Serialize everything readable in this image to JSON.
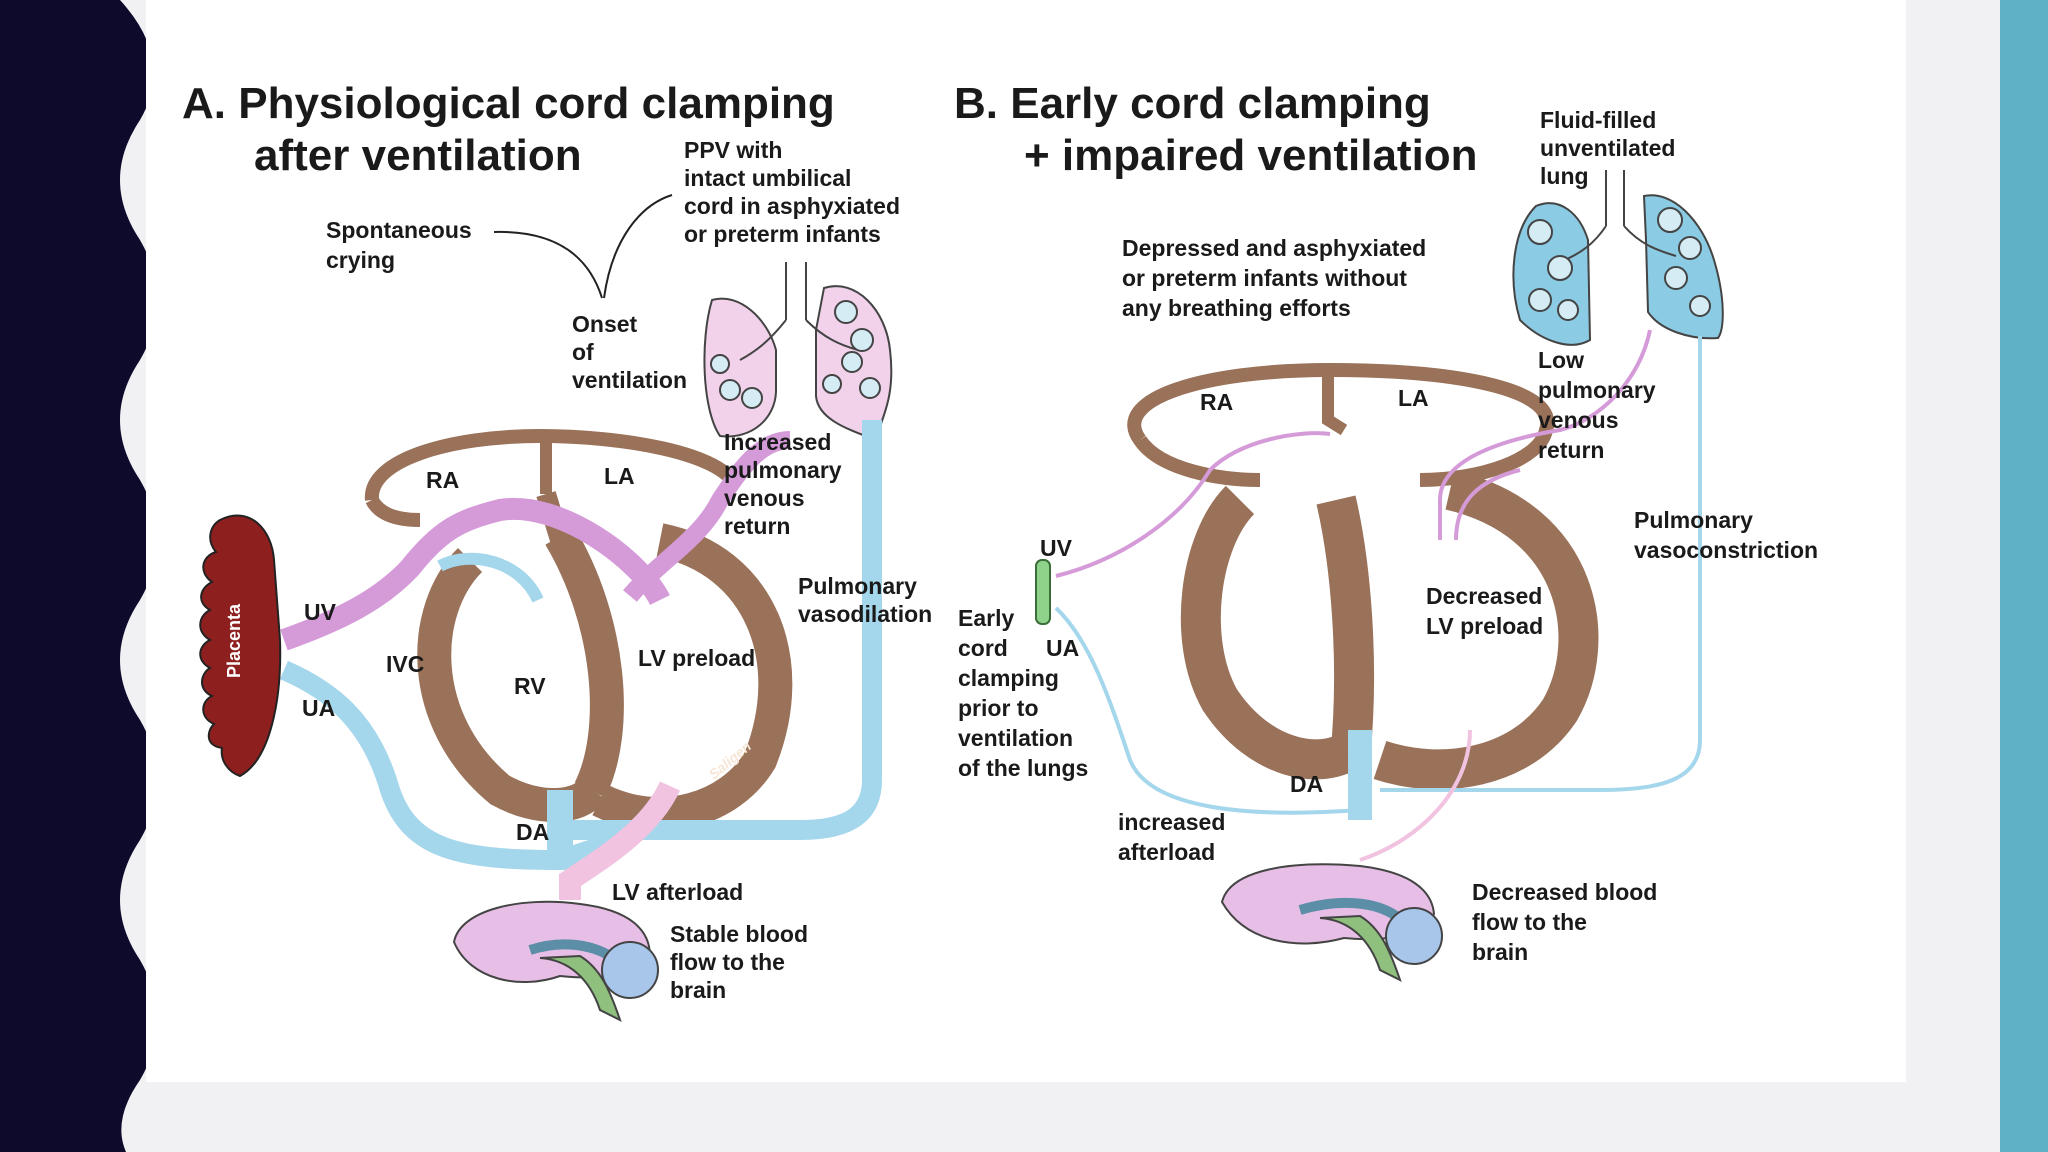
{
  "colors": {
    "left_band": "#0d0a2c",
    "right_band": "#5fb2c6",
    "heart": "#9a7159",
    "pulmonary_pink": "#d59bd9",
    "systemic_blue": "#a4d6ec",
    "placenta": "#8e1f1f",
    "lung_pink": "#f1d2ea",
    "lung_blue": "#8ccbe4",
    "clamp_green": "#8fd38a"
  },
  "panel_a": {
    "title_line1": "A. Physiological cord clamping",
    "title_line2": "after ventilation",
    "spontaneous_1": "Spontaneous",
    "spontaneous_2": "crying",
    "ppv_1": "PPV with",
    "ppv_2": "intact umbilical",
    "ppv_3": "cord in asphyxiated",
    "ppv_4": "or preterm infants",
    "onset_1": "Onset",
    "onset_2": "of",
    "onset_3": "ventilation",
    "ra": "RA",
    "la": "LA",
    "rv": "RV",
    "ivc": "IVC",
    "uv": "UV",
    "ua": "UA",
    "da": "DA",
    "placenta": "Placenta",
    "increased_1": "Increased",
    "increased_2": "pulmonary",
    "increased_3": "venous",
    "increased_4": "return",
    "vasodil_1": "Pulmonary",
    "vasodil_2": "vasodilation",
    "lv_preload": "LV preload",
    "lv_afterload": "LV afterload",
    "stable_1": "Stable blood",
    "stable_2": "flow to the",
    "stable_3": "brain",
    "signature": "Saligen"
  },
  "panel_b": {
    "title_line1": "B. Early cord clamping",
    "title_line2": "+ impaired ventilation",
    "fluid_1": "Fluid-filled",
    "fluid_2": "unventilated",
    "fluid_3": "lung",
    "depressed_1": "Depressed and asphyxiated",
    "depressed_2": "or preterm infants without",
    "depressed_3": "any breathing efforts",
    "ra": "RA",
    "la": "LA",
    "low_1": "Low",
    "low_2": "pulmonary",
    "low_3": "venous",
    "low_4": "return",
    "vasocon_1": "Pulmonary",
    "vasocon_2": "vasoconstriction",
    "uv": "UV",
    "ua": "UA",
    "early_1": "Early",
    "early_2": "cord",
    "early_3": "clamping",
    "early_4": "prior to",
    "early_5": "ventilation",
    "early_6": "of the lungs",
    "decreased_1": "Decreased",
    "decreased_2": "LV preload",
    "da": "DA",
    "afterload_1": "increased",
    "afterload_2": "afterload",
    "brain_1": "Decreased blood",
    "brain_2": "flow to the",
    "brain_3": "brain"
  }
}
